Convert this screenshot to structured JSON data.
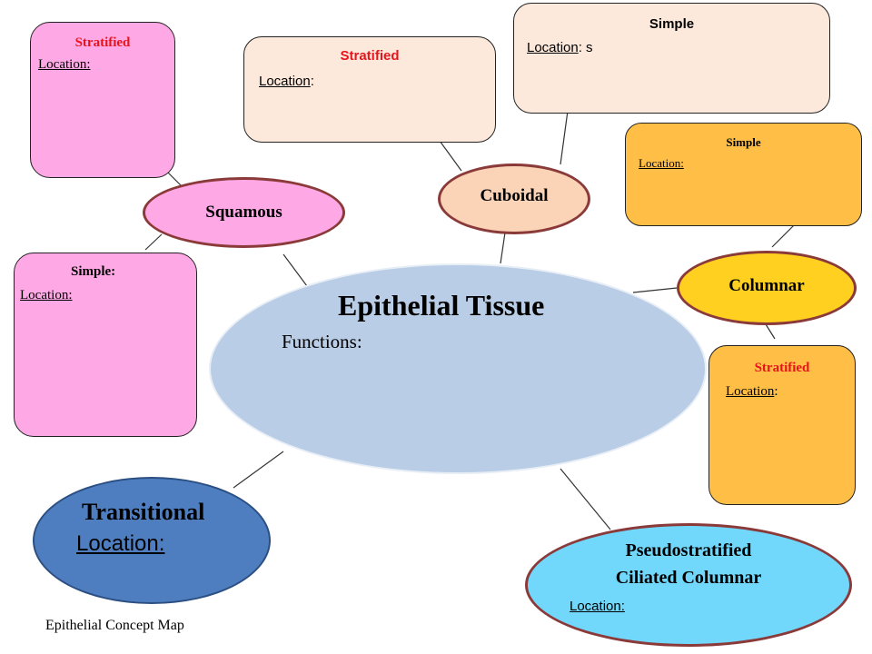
{
  "colors": {
    "pink": "#ffa8e6",
    "peach_light": "#fde9db",
    "peach": "#fbd3b6",
    "amber": "#ffbe46",
    "gold": "#ffd020",
    "blue_light": "#b9cde6",
    "blue_mid": "#4f7ec0",
    "cyan": "#72d8fb",
    "ellipse_border": "#8b3a3a",
    "red_title": "#e8141b"
  },
  "central": {
    "title": "Epithelial Tissue",
    "functions_label": "Functions:"
  },
  "squamous": {
    "label": "Squamous",
    "stratified": {
      "title": "Stratified",
      "location": "Location:"
    },
    "simple": {
      "title": "Simple:",
      "location": "Location:"
    }
  },
  "cuboidal": {
    "label": "Cuboidal",
    "stratified": {
      "title": "Stratified",
      "location_word": "Location",
      "location_rest": ":"
    },
    "simple": {
      "title": "Simple",
      "location_word": "Location",
      "location_rest": ": s"
    }
  },
  "columnar": {
    "label": "Columnar",
    "simple": {
      "title": "Simple",
      "location": "Location:"
    },
    "stratified": {
      "title": "Stratified",
      "location_word": "Location",
      "location_rest": ":"
    }
  },
  "transitional": {
    "title": "Transitional",
    "location": "Location:"
  },
  "pseudostratified": {
    "line1": "Pseudostratified",
    "line2": "Ciliated Columnar",
    "location": "Location:"
  },
  "footer": "Epithelial Concept Map"
}
